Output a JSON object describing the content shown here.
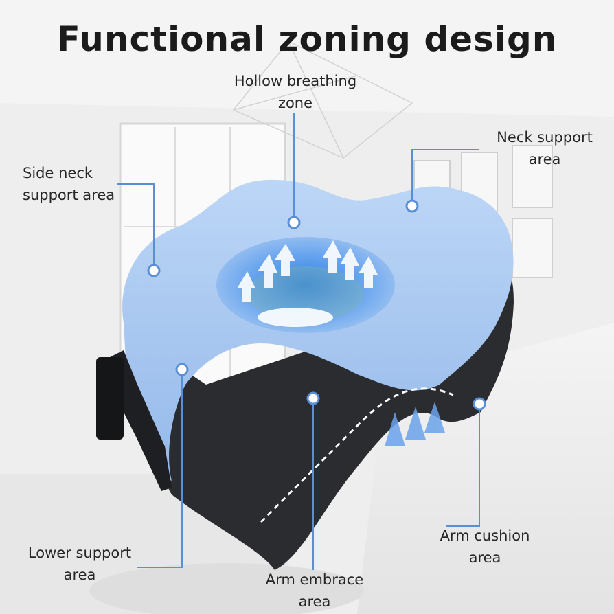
{
  "title": "Functional zoning design",
  "colors": {
    "accent": "#5a8fd6",
    "pillow_blue": "#a9c9f0",
    "pillow_dark": "#2a2c30",
    "background": "#f1f1f1"
  },
  "labels": {
    "hollow": [
      "Hollow breathing",
      "zone"
    ],
    "neck": [
      "Neck support",
      "area"
    ],
    "side_neck": [
      "Side neck",
      "support area"
    ],
    "lower": [
      "Lower support",
      "area"
    ],
    "arm_embrace": [
      "Arm embrace",
      "area"
    ],
    "arm_cushion": [
      "Arm cushion",
      "area"
    ]
  }
}
